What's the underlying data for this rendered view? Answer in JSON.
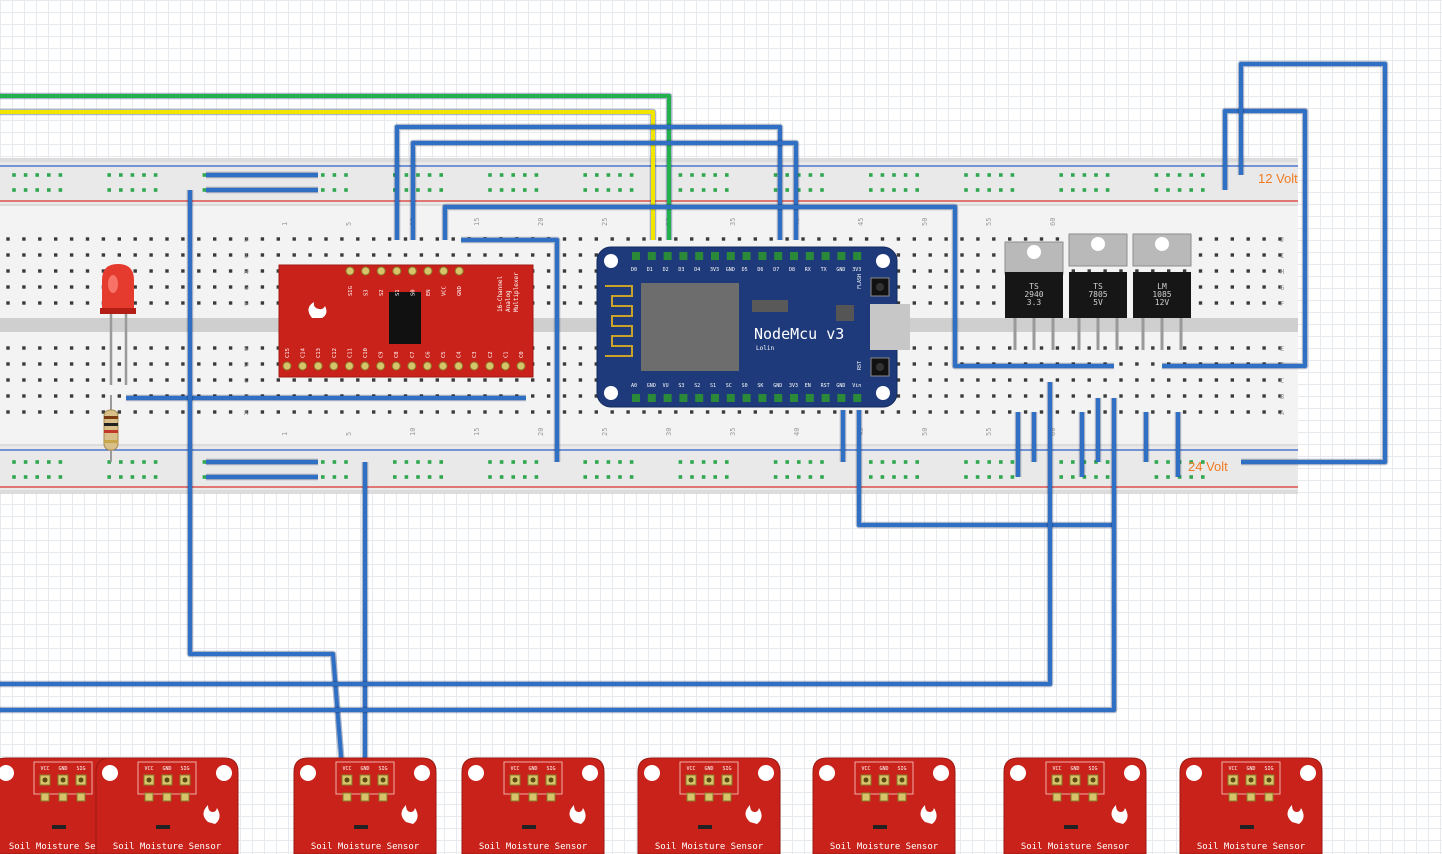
{
  "breadboard": {
    "rail_label_top": "12 Volt",
    "rail_label_bottom": "24 Volt",
    "column_numbers": [
      "1",
      "5",
      "10",
      "15",
      "20",
      "25",
      "30",
      "35",
      "40",
      "45",
      "50",
      "55",
      "60"
    ],
    "row_letters_top": [
      "J",
      "I",
      "H",
      "G",
      "F"
    ],
    "row_letters_bottom": [
      "E",
      "D",
      "C",
      "B",
      "A"
    ]
  },
  "multiplexer": {
    "title_lines": [
      "16-Channel",
      "Analog",
      "Multiplexer"
    ],
    "top_pins": [
      "SIG",
      "S3",
      "S2",
      "S1",
      "S0",
      "EN",
      "VCC",
      "GND"
    ],
    "bottom_pins": [
      "C15",
      "C14",
      "C13",
      "C12",
      "C11",
      "C10",
      "C9",
      "C8",
      "C7",
      "C6",
      "C5",
      "C4",
      "C3",
      "C2",
      "C1",
      "C0"
    ]
  },
  "nodemcu": {
    "label": "NodeMcu v3",
    "sublabel": "Lolin",
    "top_pins": [
      "D0",
      "D1",
      "D2",
      "D3",
      "D4",
      "3V3",
      "GND",
      "D5",
      "D6",
      "D7",
      "D8",
      "RX",
      "TX",
      "GND",
      "3V3"
    ],
    "bottom_pins": [
      "A0",
      "GND",
      "VU",
      "S3",
      "S2",
      "S1",
      "SC",
      "S0",
      "SK",
      "GND",
      "3V3",
      "EN",
      "RST",
      "GND",
      "Vin"
    ],
    "button_top": "FLASH",
    "button_bottom": "RST"
  },
  "regulators": [
    {
      "line1": "TS",
      "line2": "2940",
      "line3": "3.3"
    },
    {
      "line1": "TS",
      "line2": "7805",
      "line3": "5V"
    },
    {
      "line1": "LM",
      "line2": "1085",
      "line3": "12V"
    }
  ],
  "sensors": {
    "title": "Soil Moisture Sensor",
    "count": 8,
    "pins": [
      "VCC",
      "GND",
      "SIG"
    ]
  },
  "colors": {
    "wire_blue": "#2f6fc4",
    "wire_green": "#22b14c",
    "wire_yellow": "#f2e600",
    "rail_red": "#d9342b",
    "rail_blue": "#2e5fc7",
    "sparkfun_red": "#c9221a",
    "nodemcu_blue": "#1f3a7a",
    "label_orange": "#f07a22"
  },
  "icons": [
    "led-icon",
    "resistor-icon",
    "flame-logo-icon",
    "wifi-antenna-icon"
  ]
}
